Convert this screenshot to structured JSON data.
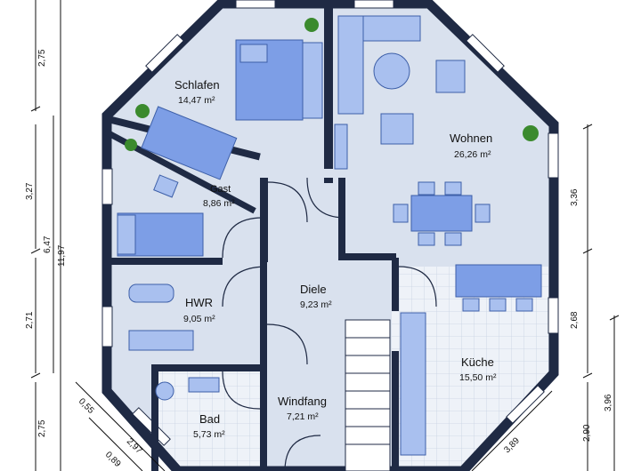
{
  "rooms": {
    "schlafen": {
      "name": "Schlafen",
      "area": "14,47 m²"
    },
    "wohnen": {
      "name": "Wohnen",
      "area": "26,26 m²"
    },
    "gast": {
      "name": "Gast",
      "area": "8,86 m²"
    },
    "hwr": {
      "name": "HWR",
      "area": "9,05 m²"
    },
    "diele": {
      "name": "Diele",
      "area": "9,23 m²"
    },
    "kueche": {
      "name": "Küche",
      "area": "15,50 m²"
    },
    "windfang": {
      "name": "Windfang",
      "area": "7,21 m²"
    },
    "bad": {
      "name": "Bad",
      "area": "5,73 m²"
    }
  },
  "dimensions": {
    "left_top": "2,75",
    "left_mid_a": "3,27",
    "left_mid_b": "2,71",
    "left_bottom": "2,75",
    "left_total_inner": "6,47",
    "left_total_outer": "11,97",
    "right_upper": "3,36",
    "right_mid": "2,68",
    "right_lower": "2,90",
    "right_total": "3,96",
    "diag_right": "3,89",
    "diag_left_a": "0,55",
    "diag_left_b": "2,97",
    "diag_left_c": "0,89"
  },
  "colors": {
    "wall": "#1f2a44",
    "floor": "#d9e1ee",
    "furniture": "#7d9ee6",
    "tile_line": "#c8d2e2"
  }
}
